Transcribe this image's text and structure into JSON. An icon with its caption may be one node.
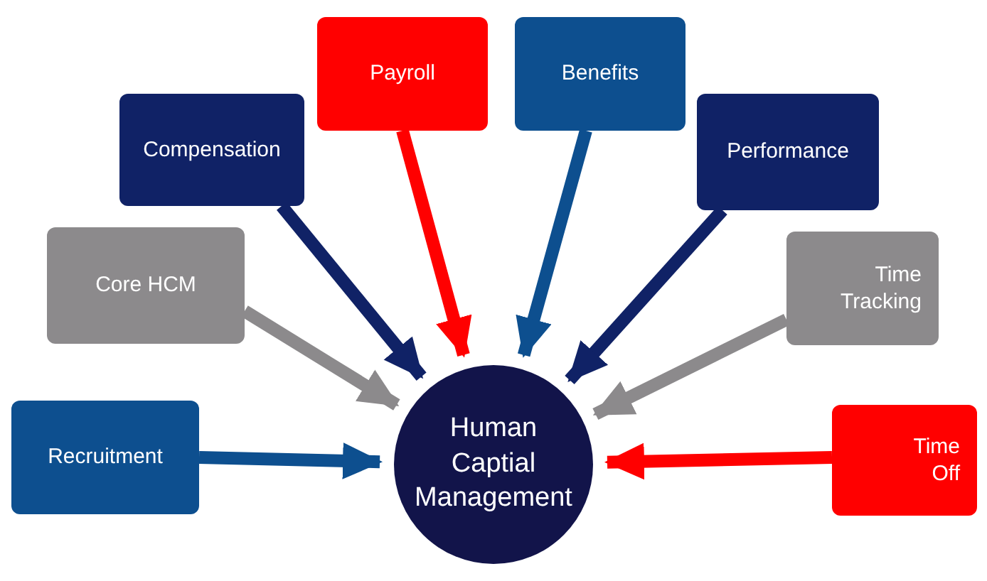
{
  "diagram": {
    "nodes": [
      {
        "text": [
          "Recruitment"
        ]
      },
      {
        "text": [
          "Core HCM"
        ]
      },
      {
        "text": [
          "Compensation"
        ]
      },
      {
        "text": [
          "Payroll"
        ]
      },
      {
        "text": [
          "Benefits"
        ]
      },
      {
        "text": [
          "Performance"
        ]
      },
      {
        "text": [
          "Time Tracking"
        ]
      },
      {
        "text": [
          "Time Off"
        ]
      },
      {
        "text": [
          "Human Captial Management"
        ]
      }
    ],
    "edges": [
      {
        "from": 0,
        "to": 8,
        "arrow": "to",
        "color": "#0d4f8f"
      },
      {
        "from": 1,
        "to": 8,
        "arrow": "to",
        "color": "#8c8a8c"
      },
      {
        "from": 2,
        "to": 8,
        "arrow": "to",
        "color": "#102266"
      },
      {
        "from": 3,
        "to": 8,
        "arrow": "to",
        "color": "#ff0000"
      },
      {
        "from": 4,
        "to": 8,
        "arrow": "to",
        "color": "#0d4f8f"
      },
      {
        "from": 5,
        "to": 8,
        "arrow": "to",
        "color": "#102266"
      },
      {
        "from": 6,
        "to": 8,
        "arrow": "to",
        "color": "#8c8a8c"
      },
      {
        "from": 7,
        "to": 8,
        "arrow": "to",
        "color": "#ff0000"
      }
    ]
  }
}
